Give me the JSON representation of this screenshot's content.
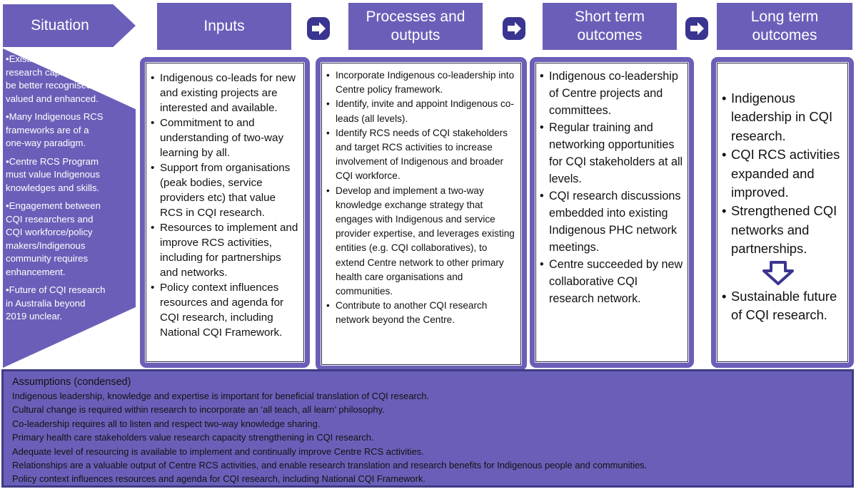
{
  "headers": {
    "situation": "Situation",
    "inputs": "Inputs",
    "processes": "Processes and outputs",
    "short_term": "Short term outcomes",
    "long_term": "Long term outcomes"
  },
  "colors": {
    "accent": "#6a5fb8",
    "frame_dark": "#3f3a86",
    "arrow": "#3a3590"
  },
  "icons": {
    "flow_arrow": "right-arrow-icon",
    "down_arrow": "down-arrow-icon"
  },
  "situation_items": [
    "•Existing Indigenous research capacity could be better recognised, valued and enhanced.",
    "•Many Indigenous RCS frameworks are of a one-way paradigm.",
    "•Centre RCS Program must value Indigenous knowledges and skills.",
    "•Engagement between CQI researchers and CQI workforce/policy makers/Indigenous community requires enhancement.",
    "•Future of CQI research in Australia beyond 2019 unclear."
  ],
  "inputs_items": [
    "Indigenous co-leads for new and existing projects are interested and available.",
    "Commitment to and understanding of two-way learning by all.",
    "Support from organisations (peak bodies, service providers etc) that value RCS in CQI research.",
    "Resources to implement and improve RCS activities, including for partnerships and networks.",
    "Policy context influences resources and agenda for CQI research, including National CQI Framework."
  ],
  "process_items": [
    "Incorporate Indigenous co-leadership into Centre policy framework.",
    "Identify, invite and appoint Indigenous co-leads (all levels).",
    "Identify RCS needs of CQI stakeholders and target RCS activities to increase involvement of Indigenous and broader CQI workforce.",
    "Develop and implement a two-way knowledge exchange strategy that engages with Indigenous and service provider expertise, and leverages existing entities (e.g. CQI collaboratives), to extend Centre network to other primary health care organisations and communities.",
    "Contribute to another CQI research network beyond the Centre."
  ],
  "short_term_items": [
    "Indigenous co-leadership of Centre projects and committees.",
    "Regular training and networking opportunities for CQI stakeholders at all levels.",
    "CQI research discussions embedded into existing Indigenous PHC network meetings.",
    "Centre succeeded by new collaborative CQI research network."
  ],
  "long_term_items_top": [
    "Indigenous leadership in CQI research.",
    "CQI RCS activities expanded and improved.",
    "Strengthened CQI networks and partnerships."
  ],
  "long_term_items_bottom": [
    "Sustainable future of CQI research."
  ],
  "assumptions": {
    "title": "Assumptions (condensed)",
    "items": [
      "Indigenous leadership, knowledge and expertise is important for beneficial translation of CQI research.",
      "Cultural change is required within research to incorporate an ‘all teach, all learn’ philosophy.",
      "Co-leadership requires all to listen and respect two-way knowledge sharing.",
      "Primary health care stakeholders value research capacity strengthening in CQI research.",
      "Adequate level of resourcing is available to implement and continually improve Centre RCS activities.",
      "Relationships are a valuable output of Centre RCS activities, and enable research translation and research benefits for Indigenous people and communities.",
      "Policy context influences resources and agenda for CQI research, including National CQI Framework."
    ]
  }
}
